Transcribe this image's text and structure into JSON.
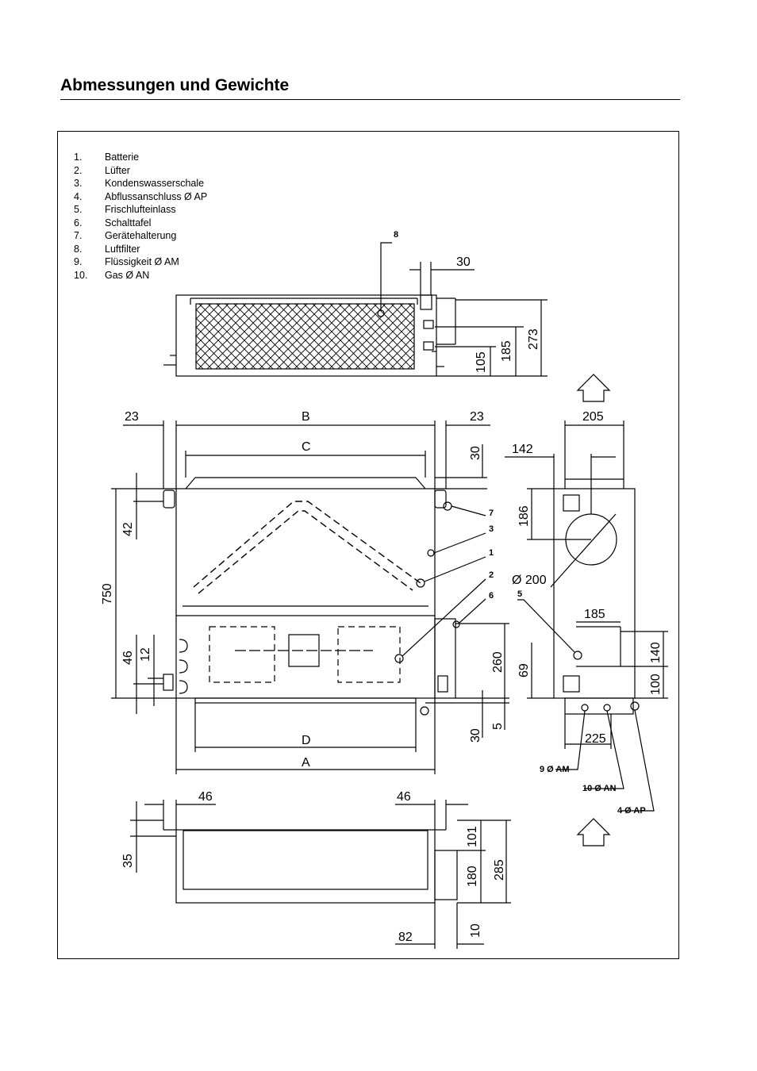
{
  "title": "Abmessungen und Gewichte",
  "legend": [
    {
      "num": "1.",
      "text": "Batterie"
    },
    {
      "num": "2.",
      "text": "Lüfter"
    },
    {
      "num": "3.",
      "text": "Kondenswasserschale"
    },
    {
      "num": "4.",
      "text": "Abflussanschluss Ø AP"
    },
    {
      "num": "5.",
      "text": "Frischlufteinlass"
    },
    {
      "num": "6.",
      "text": "Schalttafel"
    },
    {
      "num": "7.",
      "text": "Gerätehalterung"
    },
    {
      "num": "8.",
      "text": "Luftfilter"
    },
    {
      "num": "9.",
      "text": "Flüssigkeit Ø AM"
    },
    {
      "num": "10.",
      "text": "Gas Ø AN"
    }
  ],
  "top_view": {
    "d30": "30",
    "d105": "105",
    "d185": "185",
    "d273": "273",
    "callout8": "8"
  },
  "front_view": {
    "d23_left": "23",
    "dB": "B",
    "d23_right": "23",
    "dC": "C",
    "d30_top": "30",
    "d42": "42",
    "d750": "750",
    "d46": "46",
    "d12": "12",
    "d260": "260",
    "d5": "5",
    "d30_bottom": "30",
    "dD": "D",
    "dA": "A",
    "c7": "7",
    "c3": "3",
    "c1": "1",
    "c2": "2",
    "c6": "6"
  },
  "side_view": {
    "d205": "205",
    "d142": "142",
    "d186": "186",
    "dia200": "Ø 200",
    "c5": "5",
    "d185": "185",
    "d140": "140",
    "d69": "69",
    "d100": "100",
    "d225": "225",
    "label9": "9 Ø AM",
    "label10": "10 Ø AN",
    "label4": "4 Ø AP"
  },
  "bottom_view": {
    "d46_left": "46",
    "d46_right": "46",
    "d35": "35",
    "d101": "101",
    "d180": "180",
    "d285": "285",
    "d82": "82",
    "d10": "10"
  }
}
